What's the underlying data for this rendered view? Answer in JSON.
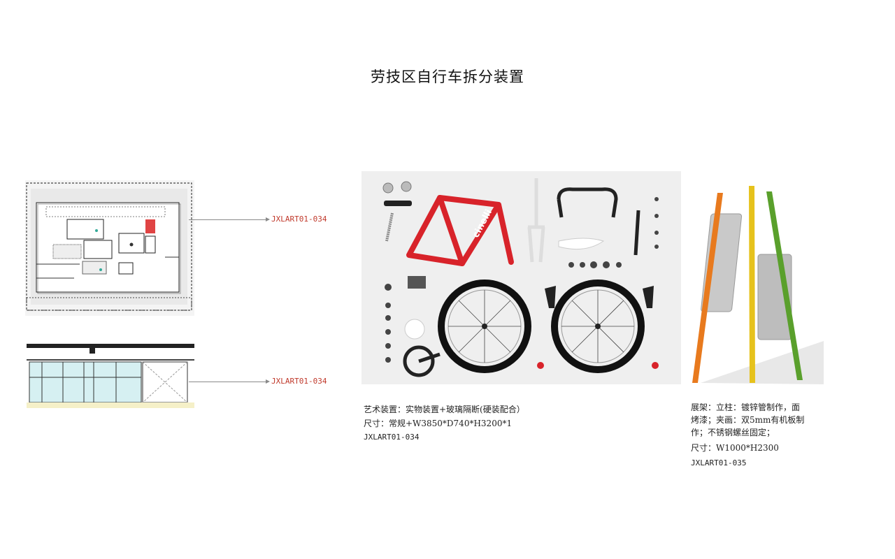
{
  "title": "劳技区自行车拆分装置",
  "callouts": [
    "JXLART01-034",
    "JXLART01-034"
  ],
  "left_caption": {
    "line1": "艺术装置：实物装置+玻璃隔断(硬装配合）",
    "line2": "尺寸：常规+W3850*D740*H3200*1",
    "code": "JXLART01-034"
  },
  "right_caption": {
    "line1": "展架：立柱：镀锌管制作，面",
    "line2": "烤漆；夹画：双5mm有机板制",
    "line3": "作；不锈钢螺丝固定；",
    "line4": "尺寸：W1000*H2300",
    "code": "JXLART01-035"
  },
  "frame_brand": "cinelli",
  "colors": {
    "frame_red": "#d8232a",
    "callout_red": "#c0392b",
    "post_orange": "#e87a1e",
    "post_yellow": "#e6c21c",
    "post_green": "#5aa02c"
  }
}
